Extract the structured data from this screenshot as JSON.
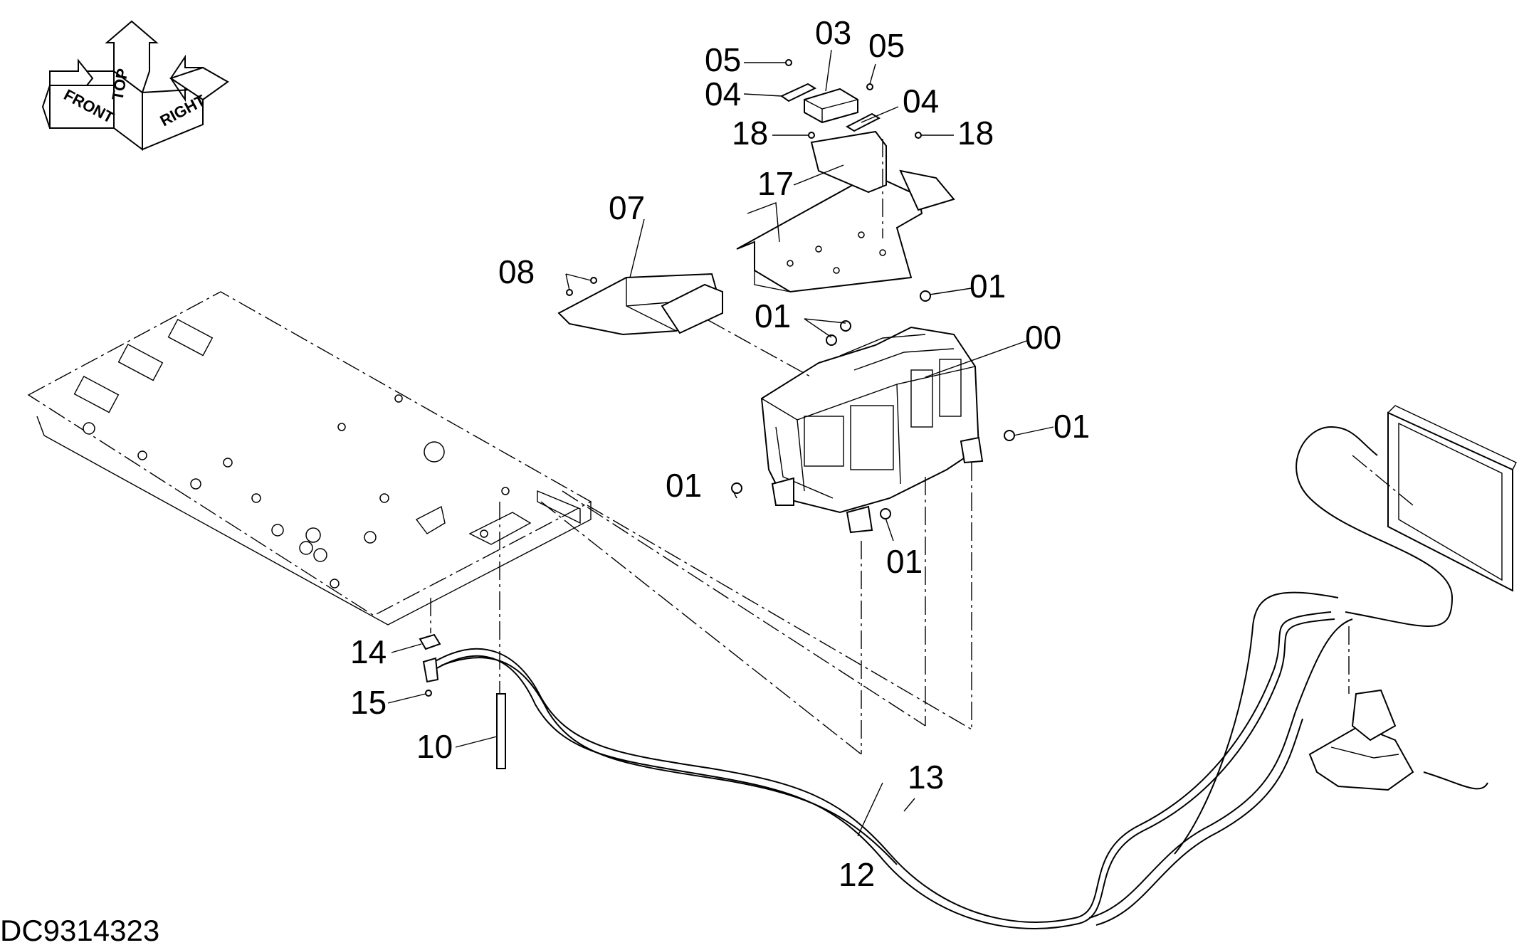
{
  "orientation_symbol": {
    "front": "FRONT",
    "top": "TOP",
    "right": "RIGHT"
  },
  "document_id": "DC9314323",
  "callouts": {
    "c00": "00",
    "c01a": "01",
    "c01b": "01",
    "c01c": "01",
    "c01d": "01",
    "c01e": "01",
    "c03": "03",
    "c04a": "04",
    "c04b": "04",
    "c05a": "05",
    "c05b": "05",
    "c07": "07",
    "c08": "08",
    "c10": "10",
    "c12": "12",
    "c13": "13",
    "c14": "14",
    "c15": "15",
    "c17": "17",
    "c18a": "18",
    "c18b": "18"
  }
}
